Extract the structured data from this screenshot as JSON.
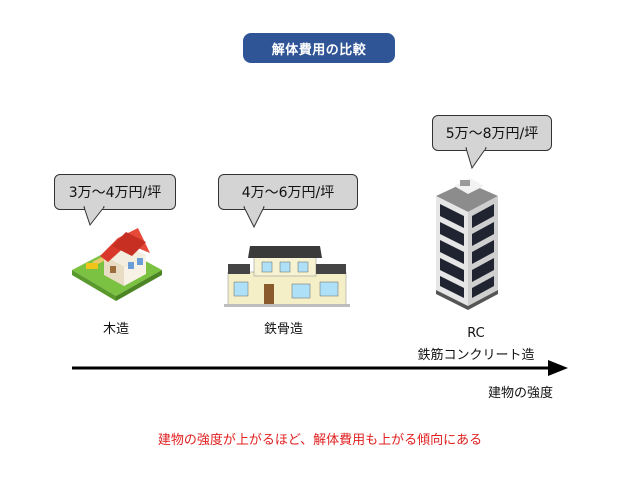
{
  "title": "解体費用の比較",
  "buildings": [
    {
      "price": "3万〜4万円/坪",
      "name": "木造",
      "icon": "wooden-house-icon"
    },
    {
      "price": "4万〜6万円/坪",
      "name": "鉄骨造",
      "icon": "steel-frame-house-icon"
    },
    {
      "price": "5万〜8万円/坪",
      "name_line1": "RC",
      "name_line2": "鉄筋コンクリート造",
      "icon": "rc-tower-icon"
    }
  ],
  "axis_label": "建物の強度",
  "conclusion": "建物の強度が上がるほど、解体費用も上がる傾向にある",
  "colors": {
    "title_bg": "#2f5597",
    "bubble_bg": "#d4d4d4",
    "conclusion": "#e02020",
    "arrow": "#000000"
  }
}
